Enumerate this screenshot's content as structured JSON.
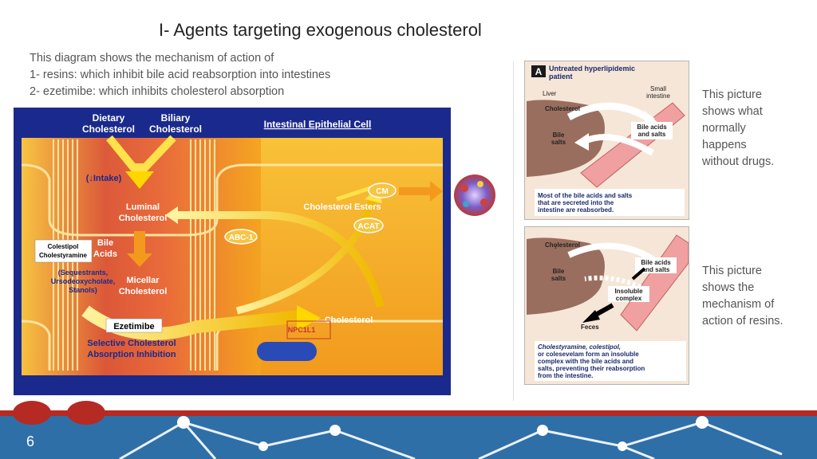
{
  "slide": {
    "title": "I- Agents targeting exogenous cholesterol",
    "intro": [
      "This diagram shows the mechanism of action of",
      "1- resins: which inhibit bile acid  reabsorption into intestines",
      "2- ezetimibe: which inhibits cholesterol absorption"
    ],
    "number": "6"
  },
  "main_diagram": {
    "dietary_cholesterol": [
      "Dietary",
      "Cholesterol"
    ],
    "biliary_cholesterol": [
      "Biliary",
      "Cholesterol"
    ],
    "epithelial_cell": "Intestinal Epithelial Cell",
    "intake": "(↓Intake)",
    "luminal_cholesterol": [
      "Luminal",
      "Cholesterol"
    ],
    "cholesterol_esters": "Cholesterol Esters",
    "cm": "CM",
    "acat": "ACAT",
    "abc1": "ABC-1",
    "bile_acids": [
      "Bile",
      "Acids"
    ],
    "colestipol": [
      "Colestipol",
      "Cholestyramine"
    ],
    "sequestrants": [
      "(Sequestrants,",
      "Ursodeoxycholate,",
      "Stanols)"
    ],
    "micellar_cholesterol": [
      "Micellar",
      "Cholesterol"
    ],
    "cholesterol": "Cholesterol",
    "npc1l1": "NPC1L1",
    "ezetimibe": "Ezetimibe",
    "selective_inhibition": [
      "Selective Cholesterol",
      "Absorption Inhibition"
    ]
  },
  "panel_a": {
    "badge": "A",
    "heading": [
      "Untreated hyperlipidemic",
      "patient"
    ],
    "liver": "Liver",
    "small_intestine": [
      "Small",
      "intestine"
    ],
    "cholesterol": "Cholesterol",
    "bile_acids": [
      "Bile acids",
      "and salts"
    ],
    "bile_salts": [
      "Bile",
      "salts"
    ],
    "caption": [
      "Most of the bile acids and salts",
      "that are secreted into the",
      "intestine are reabsorbed."
    ]
  },
  "panel_b": {
    "cholesterol": "Cholesterol",
    "bile_acids": [
      "Bile acids",
      "and salts"
    ],
    "bile_salts": [
      "Bile",
      "salts"
    ],
    "insoluble": [
      "Insoluble",
      "complex"
    ],
    "feces": "Feces",
    "caption": [
      "Cholestyramine, colestipol,",
      "or colesevelam form an insoluble",
      "complex with the bile acids and",
      "salts, preventing their reabsorption",
      "from the intestine."
    ]
  },
  "side_notes": {
    "picture_one": "This picture\nshows what\nnormally\nhappens\nwithout drugs.",
    "picture_two": "This picture\nshows the\nmechanism of\naction of resins."
  },
  "colors": {
    "frame_blue": "#1a2a8c",
    "lumen_red": "#c83232",
    "cell_orange": "#f4a21f",
    "arrow_yellow": "#ffd700",
    "liver_brown": "#9a6e5e",
    "intestine_pink": "#f0a0a0",
    "footer_blue": "#2f6fa8",
    "footer_red": "#b52a22"
  }
}
